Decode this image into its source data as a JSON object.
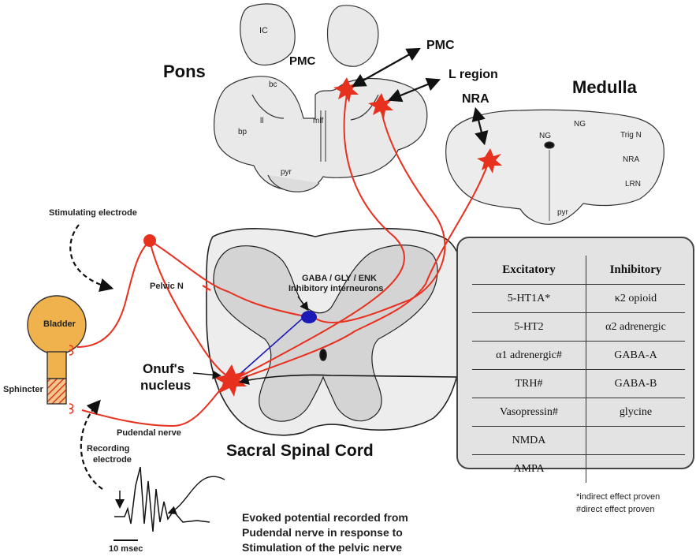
{
  "labels": {
    "pons": "Pons",
    "medulla": "Medulla",
    "pmc_in_pons": "PMC",
    "pmc_arrow": "PMC",
    "l_region": "L region",
    "nra": "NRA",
    "stim_electrode": "Stimulating electrode",
    "pelvic_n": "Pelvic N",
    "bladder": "Bladder",
    "sphincter": "Sphincter",
    "onufs_line1": "Onuf's",
    "onufs_line2": "nucleus",
    "interneurons_line1": "GABA / GLY / ENK",
    "interneurons_line2": "Inhibitory interneurons",
    "pudendal": "Pudendal nerve",
    "recording_line1": "Recording",
    "recording_line2": "electrode",
    "sacral": "Sacral Spinal Cord",
    "evoked_line1": "Evoked potential recorded from",
    "evoked_line2": "Pudendal nerve in response to",
    "evoked_line3": "Stimulation of the pelvic nerve",
    "time_scale": "10 msec"
  },
  "brain_small_labels": {
    "ic": "IC",
    "bc": "bc",
    "ll": "ll",
    "bp": "bp",
    "mlf": "mlf",
    "pyr_pons": "pyr",
    "ng_left": "NG",
    "ng_right": "NG",
    "trig_n": "Trig N",
    "nra_small": "NRA",
    "lrn": "LRN",
    "pyr_medulla": "pyr"
  },
  "table": {
    "header_excitatory": "Excitatory",
    "header_inhibitory": "Inhibitory",
    "rows": [
      {
        "exc": "5-HT1A*",
        "inh": "κ2 opioid"
      },
      {
        "exc": "5-HT2",
        "inh": "α2 adrenergic"
      },
      {
        "exc": "α1 adrenergic#",
        "inh": "GABA-A"
      },
      {
        "exc": "TRH#",
        "inh": "GABA-B"
      },
      {
        "exc": "Vasopressin#",
        "inh": "glycine"
      },
      {
        "exc": "NMDA",
        "inh": ""
      },
      {
        "exc": "AMPA",
        "inh": ""
      }
    ]
  },
  "footnotes": {
    "indirect": "*indirect effect proven",
    "direct": "#direct effect proven"
  },
  "colors": {
    "neuron": "#e8301e",
    "interneuron": "#1a1ab8",
    "bladder": "#f0b24c",
    "cord_fill": "#eeeeee",
    "table_bg": "#e3e3e3"
  }
}
